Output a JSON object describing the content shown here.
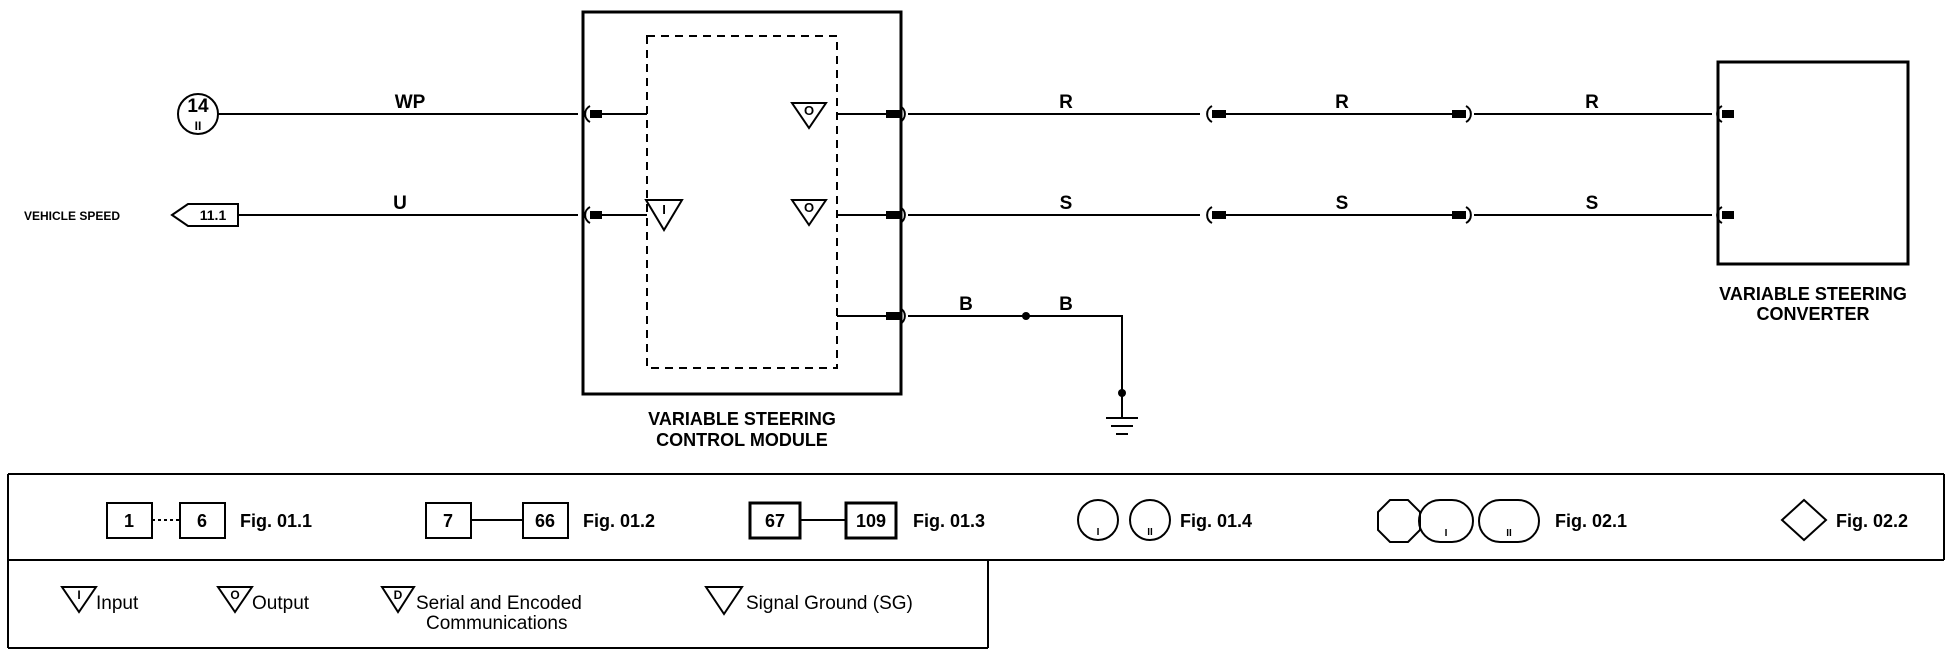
{
  "wires": {
    "wp": "WP",
    "u": "U",
    "r1": "R",
    "r2": "R",
    "r3": "R",
    "s1": "S",
    "s2": "S",
    "s3": "S",
    "b1": "B",
    "b2": "B"
  },
  "refs": {
    "circle_top": "14",
    "circle_bottom": "II",
    "vehicle_speed": "VEHICLE SPEED",
    "arrow_ref": "11.1"
  },
  "symbols": {
    "input": "I",
    "output": "O",
    "serial": "D"
  },
  "components": {
    "control_module": [
      "VARIABLE STEERING",
      "CONTROL MODULE"
    ],
    "converter": [
      "VARIABLE STEERING",
      "CONVERTER"
    ]
  },
  "legend": {
    "fig011": {
      "a": "1",
      "b": "6",
      "label": "Fig. 01.1"
    },
    "fig012": {
      "a": "7",
      "b": "66",
      "label": "Fig. 01.2"
    },
    "fig013": {
      "a": "67",
      "b": "109",
      "label": "Fig. 01.3"
    },
    "fig014": {
      "label": "Fig. 01.4"
    },
    "fig021": {
      "label": "Fig. 02.1"
    },
    "fig022": {
      "label": "Fig. 02.2"
    },
    "roman_i": "I",
    "roman_ii": "II",
    "input": "Input",
    "output": "Output",
    "serial": [
      "Serial and Encoded",
      "Communications"
    ],
    "signal_ground": "Signal Ground (SG)"
  }
}
